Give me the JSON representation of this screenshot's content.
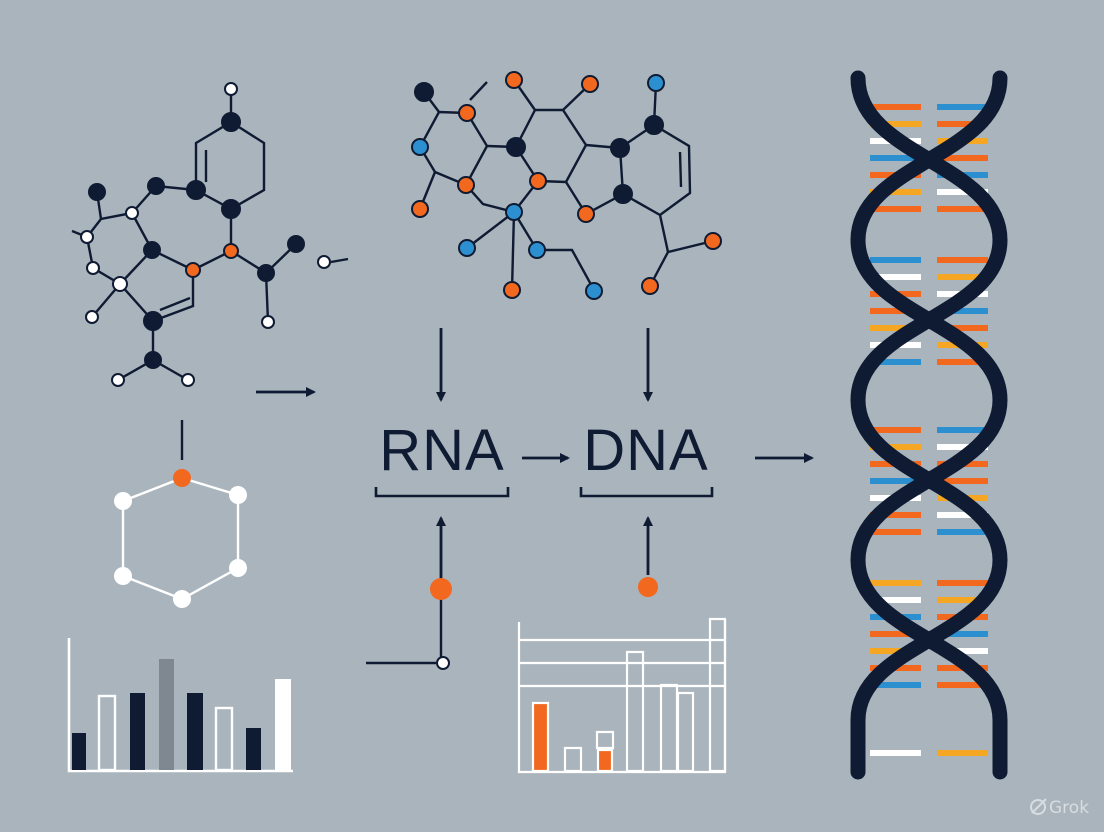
{
  "labels": {
    "rna": "RNA",
    "dna": "DNA"
  },
  "watermark": {
    "text": "Grok"
  },
  "colors": {
    "background": "#a9b4bc",
    "navy": "#0f1a33",
    "orange": "#f2681f",
    "blue": "#2c8fd0",
    "amber": "#f5a623",
    "white": "#ffffff",
    "gray": "#7f8790"
  },
  "icons": [
    "molecule-structure-left",
    "molecule-structure-center",
    "hexagon-ring",
    "bar-chart-left",
    "bar-chart-center",
    "dna-double-helix",
    "grok-logo-icon"
  ]
}
